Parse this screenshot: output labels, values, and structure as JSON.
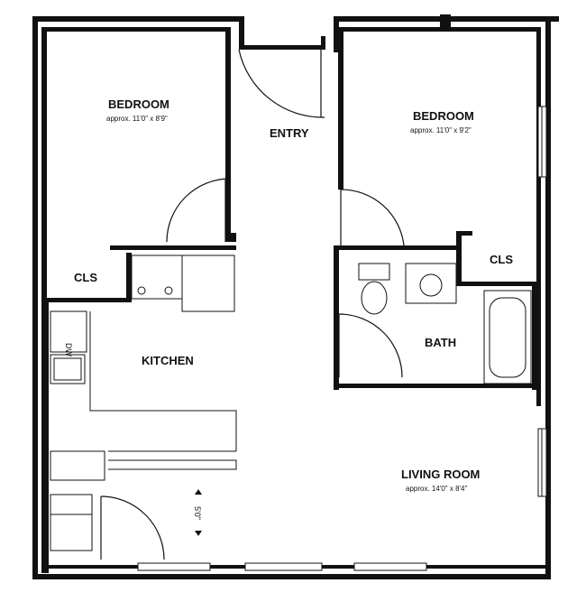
{
  "rooms": {
    "bedroom_left": {
      "name": "BEDROOM",
      "size": "approx. 11'0\" x 8'9\""
    },
    "bedroom_right": {
      "name": "BEDROOM",
      "size": "approx. 11'0\" x 9'2\""
    },
    "entry": {
      "name": "ENTRY"
    },
    "kitchen": {
      "name": "KITCHEN"
    },
    "bath": {
      "name": "BATH"
    },
    "living_room": {
      "name": "LIVING ROOM",
      "size": "approx. 14'0\" x 8'4\""
    },
    "closet_left": {
      "name": "CLS"
    },
    "closet_right": {
      "name": "CLS"
    }
  },
  "fixtures": {
    "dishwasher": "DW",
    "clearance": "5'0\""
  }
}
